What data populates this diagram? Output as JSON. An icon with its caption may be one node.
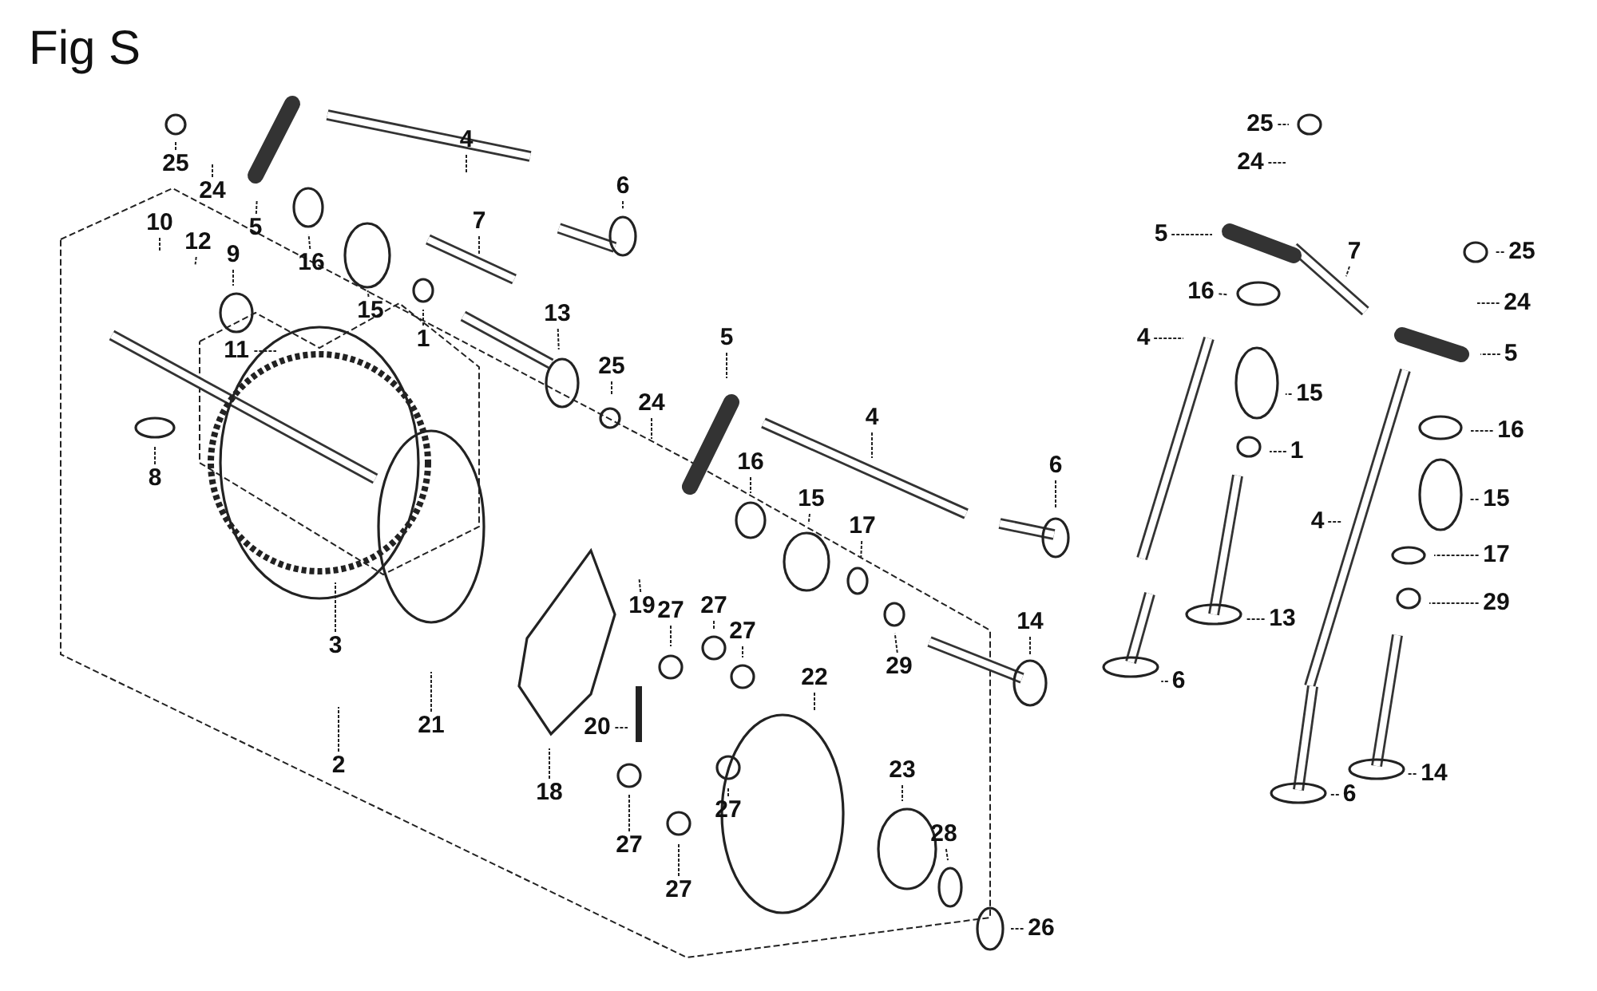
{
  "diagram": {
    "title": "Fig S",
    "nodes": [
      {
        "text": [
          "25"
        ]
      },
      {
        "text": [
          "24"
        ]
      },
      {
        "text": [
          "5"
        ]
      },
      {
        "text": [
          "4"
        ]
      },
      {
        "text": [
          "10"
        ]
      },
      {
        "text": [
          "12"
        ]
      },
      {
        "text": [
          "9"
        ]
      },
      {
        "text": [
          "16"
        ]
      },
      {
        "text": [
          "15"
        ]
      },
      {
        "text": [
          "7"
        ]
      },
      {
        "text": [
          "1"
        ]
      },
      {
        "text": [
          "13"
        ]
      },
      {
        "text": [
          "11"
        ]
      },
      {
        "text": [
          "8"
        ]
      },
      {
        "text": [
          "6"
        ]
      },
      {
        "text": [
          "3"
        ]
      },
      {
        "text": [
          "2"
        ]
      },
      {
        "text": [
          "21"
        ]
      },
      {
        "text": [
          "18"
        ]
      },
      {
        "text": [
          "25"
        ]
      },
      {
        "text": [
          "24"
        ]
      },
      {
        "text": [
          "5"
        ]
      },
      {
        "text": [
          "4"
        ]
      },
      {
        "text": [
          "16"
        ]
      },
      {
        "text": [
          "15"
        ]
      },
      {
        "text": [
          "17"
        ]
      },
      {
        "text": [
          "19"
        ]
      },
      {
        "text": [
          "14"
        ]
      },
      {
        "text": [
          "29"
        ]
      },
      {
        "text": [
          "27"
        ]
      },
      {
        "text": [
          "27"
        ]
      },
      {
        "text": [
          "27"
        ]
      },
      {
        "text": [
          "20"
        ]
      },
      {
        "text": [
          "22"
        ]
      },
      {
        "text": [
          "27"
        ]
      },
      {
        "text": [
          "27"
        ]
      },
      {
        "text": [
          "27"
        ]
      },
      {
        "text": [
          "23"
        ]
      },
      {
        "text": [
          "28"
        ]
      },
      {
        "text": [
          "26"
        ]
      },
      {
        "text": [
          "6"
        ]
      },
      {
        "text": [
          "25"
        ]
      },
      {
        "text": [
          "24"
        ]
      },
      {
        "text": [
          "5"
        ]
      },
      {
        "text": [
          "7"
        ]
      },
      {
        "text": [
          "25"
        ]
      },
      {
        "text": [
          "24"
        ]
      },
      {
        "text": [
          "16"
        ]
      },
      {
        "text": [
          "4"
        ]
      },
      {
        "text": [
          "5"
        ]
      },
      {
        "text": [
          "15"
        ]
      },
      {
        "text": [
          "16"
        ]
      },
      {
        "text": [
          "1"
        ]
      },
      {
        "text": [
          "15"
        ]
      },
      {
        "text": [
          "4"
        ]
      },
      {
        "text": [
          "17"
        ]
      },
      {
        "text": [
          "13"
        ]
      },
      {
        "text": [
          "29"
        ]
      },
      {
        "text": [
          "6"
        ]
      },
      {
        "text": [
          "6"
        ]
      },
      {
        "text": [
          "14"
        ]
      }
    ],
    "edges": [
      {
        "from": 0,
        "to": null,
        "arrow": "none"
      },
      {
        "from": 1,
        "to": null,
        "arrow": "none"
      },
      {
        "from": 2,
        "to": null,
        "arrow": "none"
      },
      {
        "from": 3,
        "to": null,
        "arrow": "none"
      },
      {
        "from": 4,
        "to": null,
        "arrow": "none"
      },
      {
        "from": 5,
        "to": null,
        "arrow": "none"
      },
      {
        "from": 6,
        "to": null,
        "arrow": "none"
      },
      {
        "from": 7,
        "to": null,
        "arrow": "none"
      },
      {
        "from": 8,
        "to": null,
        "arrow": "none"
      },
      {
        "from": 9,
        "to": null,
        "arrow": "none"
      },
      {
        "from": 10,
        "to": null,
        "arrow": "none"
      },
      {
        "from": 11,
        "to": null,
        "arrow": "none"
      },
      {
        "from": 12,
        "to": null,
        "arrow": "none"
      },
      {
        "from": 13,
        "to": null,
        "arrow": "none"
      },
      {
        "from": 14,
        "to": null,
        "arrow": "none"
      },
      {
        "from": 15,
        "to": null,
        "arrow": "none"
      },
      {
        "from": 16,
        "to": null,
        "arrow": "none"
      },
      {
        "from": 17,
        "to": null,
        "arrow": "none"
      },
      {
        "from": 18,
        "to": null,
        "arrow": "none"
      },
      {
        "from": 19,
        "to": null,
        "arrow": "none"
      },
      {
        "from": 20,
        "to": null,
        "arrow": "none"
      },
      {
        "from": 21,
        "to": null,
        "arrow": "none"
      },
      {
        "from": 22,
        "to": null,
        "arrow": "none"
      },
      {
        "from": 23,
        "to": null,
        "arrow": "none"
      },
      {
        "from": 24,
        "to": null,
        "arrow": "none"
      },
      {
        "from": 25,
        "to": null,
        "arrow": "none"
      },
      {
        "from": 26,
        "to": null,
        "arrow": "none"
      },
      {
        "from": 27,
        "to": null,
        "arrow": "none"
      },
      {
        "from": 28,
        "to": null,
        "arrow": "none"
      },
      {
        "from": 29,
        "to": null,
        "arrow": "none"
      },
      {
        "from": 30,
        "to": null,
        "arrow": "none"
      },
      {
        "from": 31,
        "to": null,
        "arrow": "none"
      },
      {
        "from": 32,
        "to": null,
        "arrow": "none"
      },
      {
        "from": 33,
        "to": null,
        "arrow": "none"
      },
      {
        "from": 34,
        "to": null,
        "arrow": "none"
      },
      {
        "from": 35,
        "to": null,
        "arrow": "none"
      },
      {
        "from": 36,
        "to": null,
        "arrow": "none"
      },
      {
        "from": 37,
        "to": null,
        "arrow": "none"
      },
      {
        "from": 38,
        "to": null,
        "arrow": "none"
      },
      {
        "from": 39,
        "to": null,
        "arrow": "none"
      },
      {
        "from": 40,
        "to": null,
        "arrow": "none"
      },
      {
        "from": 41,
        "to": null,
        "arrow": "none"
      },
      {
        "from": 42,
        "to": null,
        "arrow": "none"
      },
      {
        "from": 43,
        "to": null,
        "arrow": "none"
      },
      {
        "from": 44,
        "to": null,
        "arrow": "none"
      },
      {
        "from": 45,
        "to": null,
        "arrow": "none"
      },
      {
        "from": 46,
        "to": null,
        "arrow": "none"
      },
      {
        "from": 47,
        "to": null,
        "arrow": "none"
      },
      {
        "from": 48,
        "to": null,
        "arrow": "none"
      },
      {
        "from": 49,
        "to": null,
        "arrow": "none"
      },
      {
        "from": 50,
        "to": null,
        "arrow": "none"
      },
      {
        "from": 51,
        "to": null,
        "arrow": "none"
      },
      {
        "from": 52,
        "to": null,
        "arrow": "none"
      },
      {
        "from": 53,
        "to": null,
        "arrow": "none"
      },
      {
        "from": 54,
        "to": null,
        "arrow": "none"
      },
      {
        "from": 55,
        "to": null,
        "arrow": "none"
      },
      {
        "from": 56,
        "to": null,
        "arrow": "none"
      },
      {
        "from": 57,
        "to": null,
        "arrow": "none"
      },
      {
        "from": 58,
        "to": null,
        "arrow": "none"
      },
      {
        "from": 59,
        "to": null,
        "arrow": "none"
      },
      {
        "from": 60,
        "to": null,
        "arrow": "none"
      }
    ]
  }
}
